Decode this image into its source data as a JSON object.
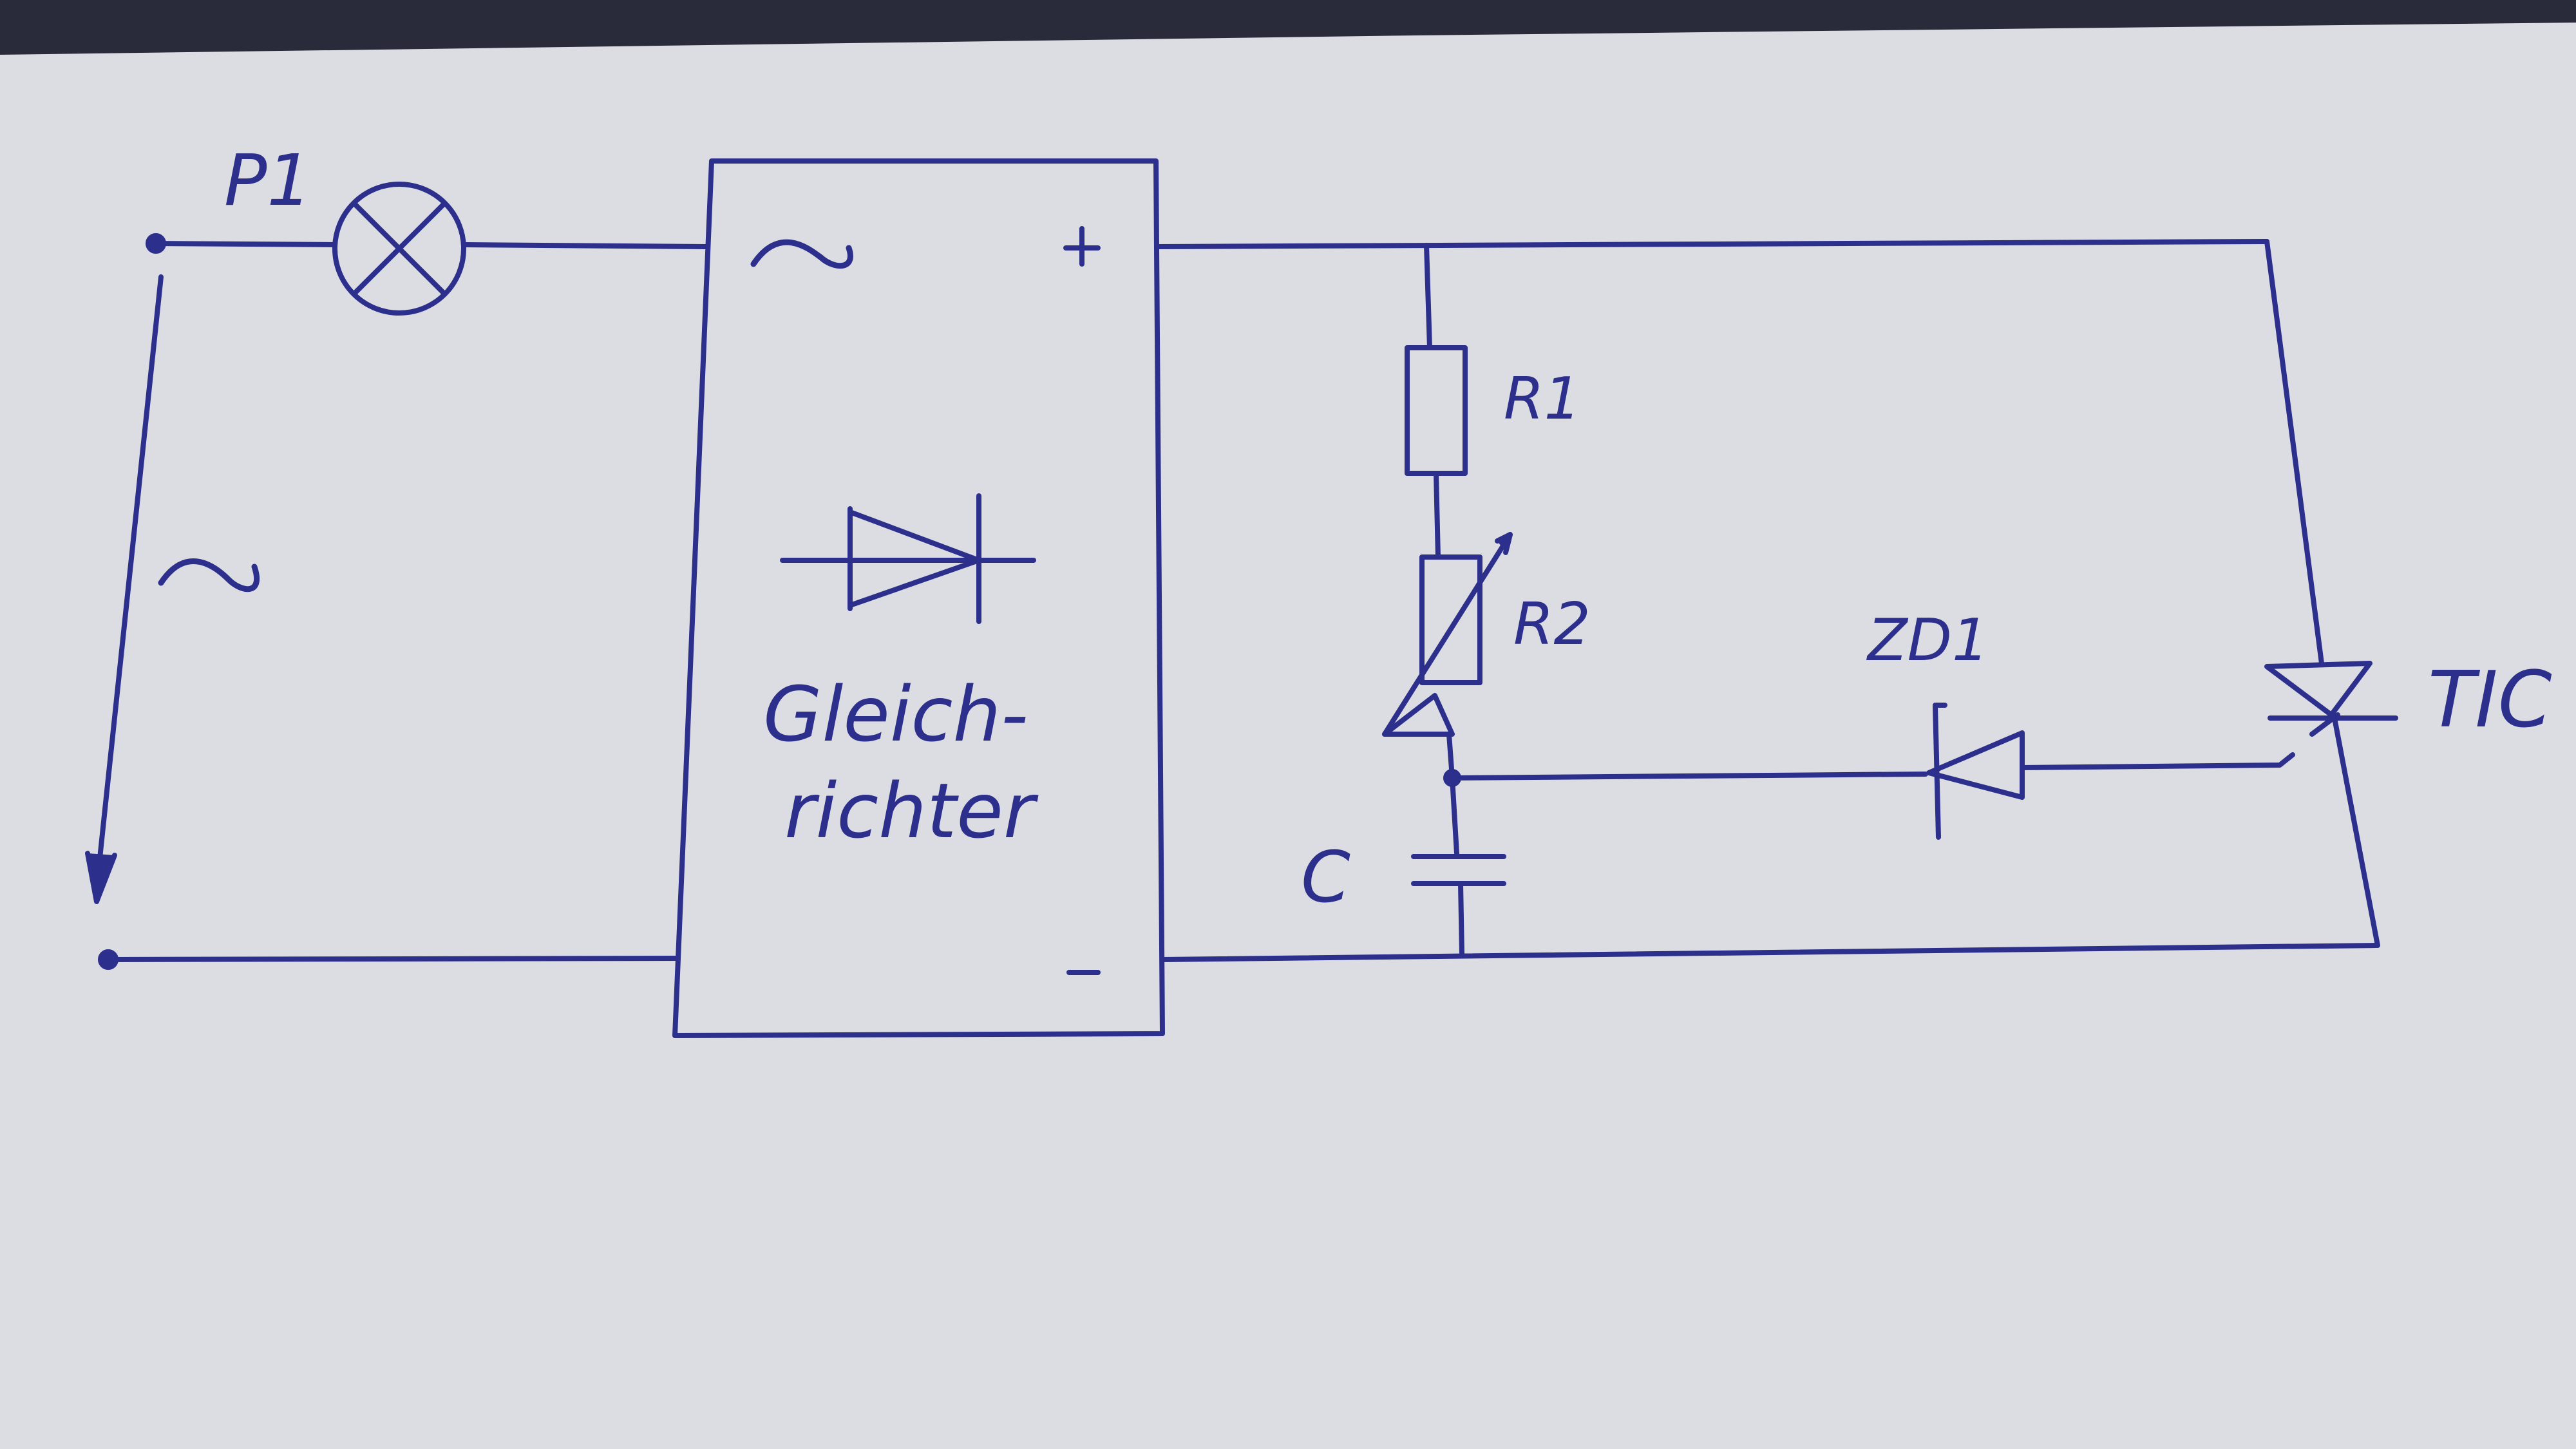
{
  "colors": {
    "paper": "#dcdce3",
    "paper_edge": "#c7c8d2",
    "ink": "#2c2f8c",
    "background": "#2a2b3a"
  },
  "labels": {
    "p1": "P1",
    "ac_source": "~",
    "rect_ac": "~",
    "rect_plus": "+",
    "rect_minus": "–",
    "rect_word_1": "Gleich-",
    "rect_word_2": "richter",
    "r1": "R1",
    "r2": "R2",
    "c": "C",
    "zd1": "ZD1",
    "tic": "TIC"
  },
  "icons": {
    "lamp": "lamp-cross-icon",
    "rectifier": "diode-symbol-icon",
    "resistor": "resistor-icon",
    "potentiometer": "variable-resistor-icon",
    "capacitor": "capacitor-icon",
    "zener": "zener-diode-icon",
    "thyristor": "thyristor-icon",
    "arrow": "arrow-down-icon"
  }
}
